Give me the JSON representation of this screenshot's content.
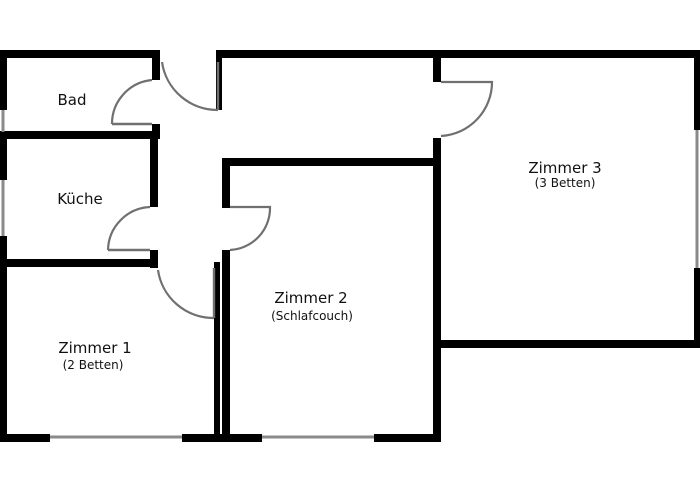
{
  "rooms": {
    "bad": {
      "name": "Bad"
    },
    "kueche": {
      "name": "Küche"
    },
    "zimmer1": {
      "name": "Zimmer 1",
      "note": "(2 Betten)"
    },
    "zimmer2": {
      "name": "Zimmer 2",
      "note": "(Schlafcouch)"
    },
    "zimmer3": {
      "name": "Zimmer 3",
      "note": "(3 Betten)"
    }
  },
  "colors": {
    "wall": "#000000",
    "door": "#707070",
    "window": "#8a8a8a",
    "background": "#ffffff"
  }
}
